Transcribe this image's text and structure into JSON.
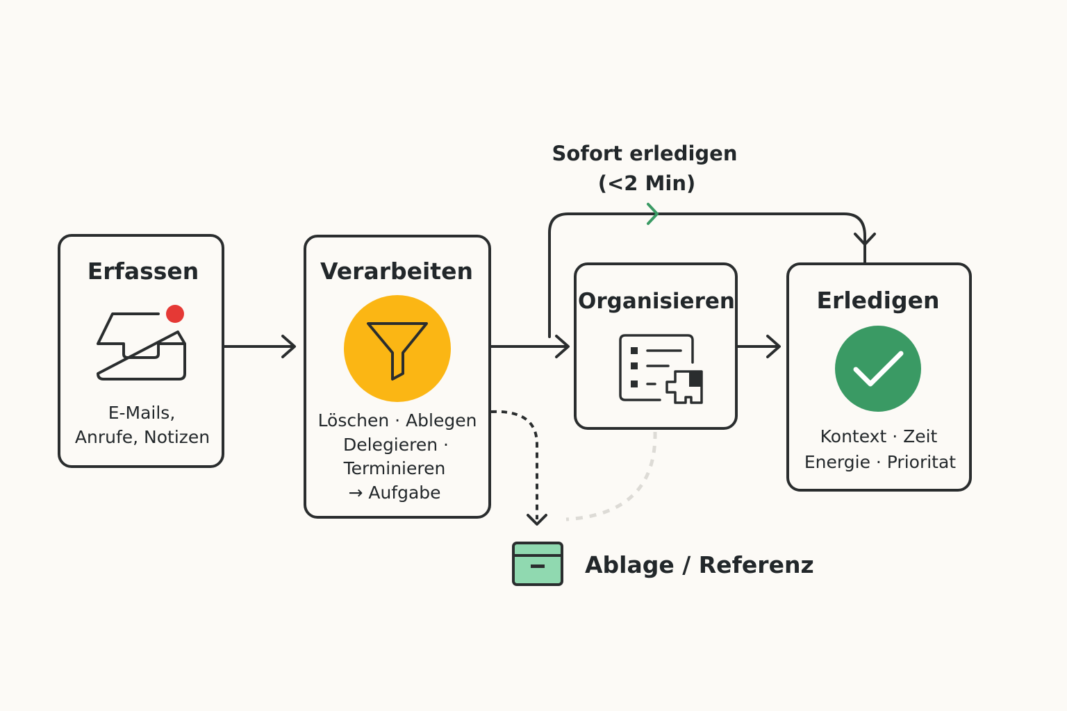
{
  "colors": {
    "background": "#fcfaf6",
    "stroke": "#2a2d2e",
    "filter_circle": "#fbb614",
    "check_circle": "#3a9a64",
    "notification_dot": "#e53935",
    "archive_fill": "#90d9b0",
    "shortcut_chevron": "#3a9a64",
    "faint_dash": "#dddbd6"
  },
  "steps": [
    {
      "title": "Erfassen",
      "lines": [
        "E-Mails,",
        "Anrufe, Notizen"
      ],
      "icon": "inbox-icon"
    },
    {
      "title": "Verarbeiten",
      "lines": [
        "Löschen · Ablegen",
        "Delegieren ·",
        "Terminieren",
        "→ Aufgabe"
      ],
      "icon": "filter-icon"
    },
    {
      "title": "Organisieren",
      "icon": "checklist-puzzle-icon"
    },
    {
      "title": "Erledigen",
      "lines": [
        "Kontext · Zeit",
        "Energie · Prioritat"
      ],
      "icon": "check-circle-icon"
    }
  ],
  "shortcut": {
    "label_line1": "Sofort erledigen",
    "label_line2": "(<2 Min)"
  },
  "reference": {
    "label": "Ablage / Referenz",
    "icon": "archive-box-icon"
  }
}
